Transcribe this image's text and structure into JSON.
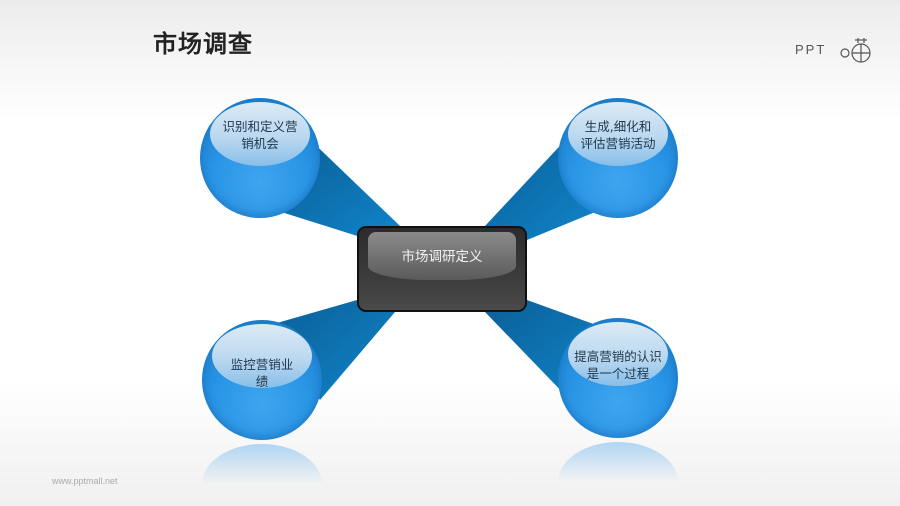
{
  "header": {
    "title": "市场调查"
  },
  "logo": {
    "text": "PPT",
    "icon": "ppt-logo-icon"
  },
  "footer": {
    "url_text": "www.pptmall.net"
  },
  "diagram": {
    "center": {
      "label": "市场调研定义"
    },
    "nodes": [
      {
        "position": "top-left",
        "label_line1": "识别和定义营",
        "label_line2": "销机会"
      },
      {
        "position": "top-right",
        "label_line1": "生成,细化和",
        "label_line2": "评估营销活动"
      },
      {
        "position": "bottom-left",
        "label_line1": "监控营销业",
        "label_line2": "绩"
      },
      {
        "position": "bottom-right",
        "label_line1": "提高营销的认识",
        "label_line2": "是一个过程"
      }
    ],
    "colors": {
      "sphere": "#2a95e6",
      "connector": "#0a6aa6",
      "center": "#3a3a3a"
    }
  }
}
